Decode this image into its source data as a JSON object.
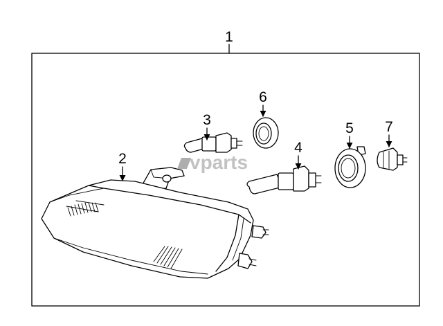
{
  "callouts": {
    "c1": "1",
    "c2": "2",
    "c3": "3",
    "c4": "4",
    "c5": "5",
    "c6": "6",
    "c7": "7"
  },
  "watermark": "vparts",
  "colors": {
    "line": "#000000",
    "background": "#ffffff",
    "watermark": "#9a9a9a"
  }
}
